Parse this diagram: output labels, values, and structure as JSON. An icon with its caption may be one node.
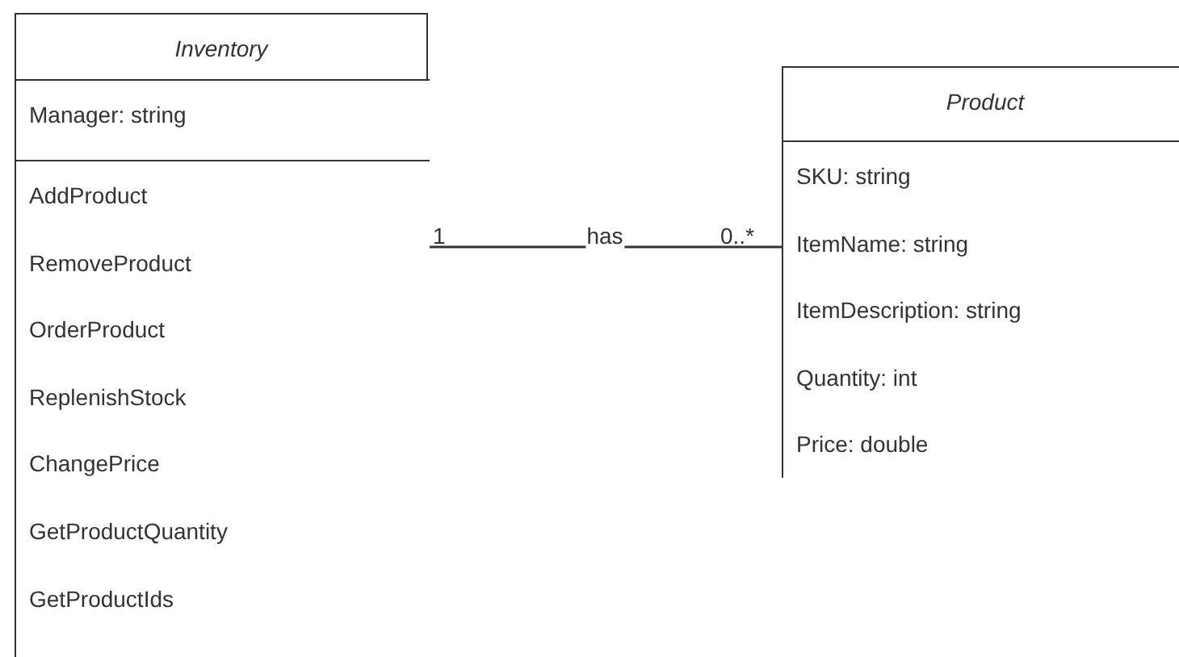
{
  "diagram": {
    "nodes": [
      {
        "text": [
          "Inventory"
        ]
      },
      {
        "text": [
          "Manager: string"
        ],
        "in": 0
      },
      {
        "text": [
          "AddProduct",
          "RemoveProduct",
          "OrderProduct",
          "ReplenishStock",
          "ChangePrice",
          "GetProductQuantity",
          "GetProductIds"
        ],
        "in": 0
      },
      {
        "text": [
          "Product"
        ]
      },
      {
        "text": [
          "SKU: string",
          "ItemName: string",
          "ItemDescription: string",
          "Quantity: int",
          "Price: double"
        ],
        "in": 3
      }
    ],
    "edges": [
      {
        "from": 0,
        "to": 3,
        "arrow": "none",
        "label": "has"
      }
    ],
    "labels": [
      "1",
      "0..*"
    ]
  }
}
